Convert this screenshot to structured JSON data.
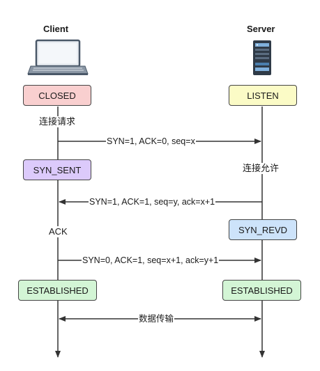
{
  "client": {
    "title": "Client"
  },
  "server": {
    "title": "Server"
  },
  "states": {
    "client_closed": "CLOSED",
    "server_listen": "LISTEN",
    "client_syn_sent": "SYN_SENT",
    "server_syn_revd": "SYN_REVD",
    "client_established": "ESTABLISHED",
    "server_established": "ESTABLISHED"
  },
  "actions": {
    "client_request": "连接请求",
    "server_allow": "连接允许",
    "client_ack": "ACK"
  },
  "messages": {
    "syn": "SYN=1, ACK=0, seq=x",
    "syn_ack": "SYN=1, ACK=1, seq=y, ack=x+1",
    "ack": "SYN=0, ACK=1, seq=x+1, ack=y+1",
    "data": "数据传输"
  },
  "colors": {
    "closed": "#f9cfcf",
    "listen": "#fbfbc6",
    "syn_sent": "#dccafb",
    "syn_revd": "#cde3fa",
    "established": "#d3f5d5",
    "line": "#333333"
  }
}
